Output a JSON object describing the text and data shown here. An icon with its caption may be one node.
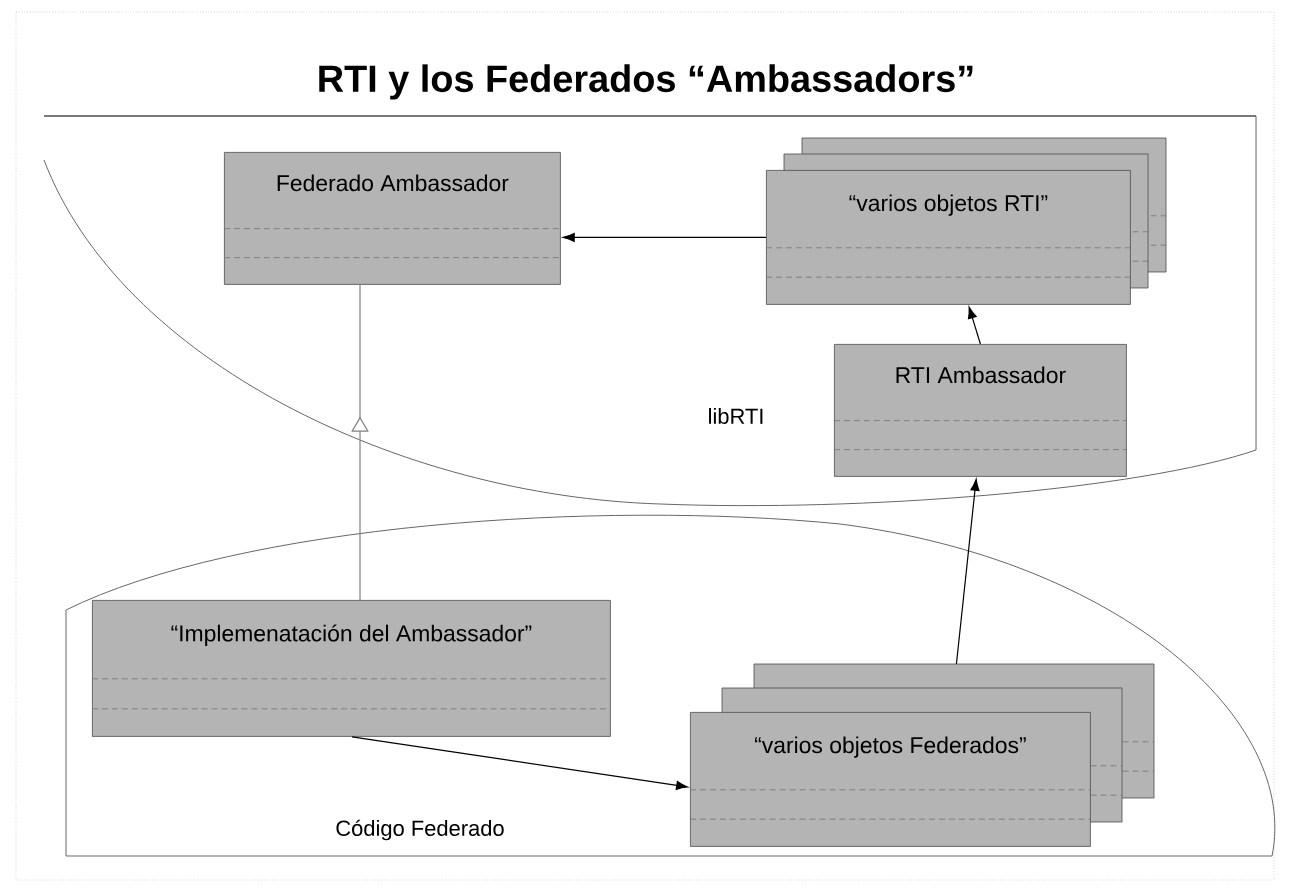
{
  "diagram": {
    "title": "RTI y los Federados “Ambassadors”",
    "nodes": [
      {
        "text": [
          "libRTI"
        ]
      },
      {
        "text": [
          "Federado Ambassador"
        ],
        "in": 0
      },
      {
        "text": [
          "“varios objetos RTI”"
        ],
        "in": 0
      },
      {
        "text": [
          "RTI  Ambassador"
        ],
        "in": 0
      },
      {
        "text": [
          "Código Federado"
        ]
      },
      {
        "text": [
          "“Implemenatación del Ambassador”"
        ],
        "in": 4
      },
      {
        "text": [
          "“varios objetos Federados”"
        ],
        "in": 4
      }
    ],
    "edges": [
      {
        "from": 2,
        "to": 1,
        "arrow": "to"
      },
      {
        "from": 3,
        "to": 2,
        "arrow": "to"
      },
      {
        "from": 5,
        "to": 1,
        "arrow": "to",
        "color": "#808080"
      },
      {
        "from": 5,
        "to": 6,
        "arrow": "to"
      },
      {
        "from": 6,
        "to": 3,
        "arrow": "to"
      }
    ]
  }
}
